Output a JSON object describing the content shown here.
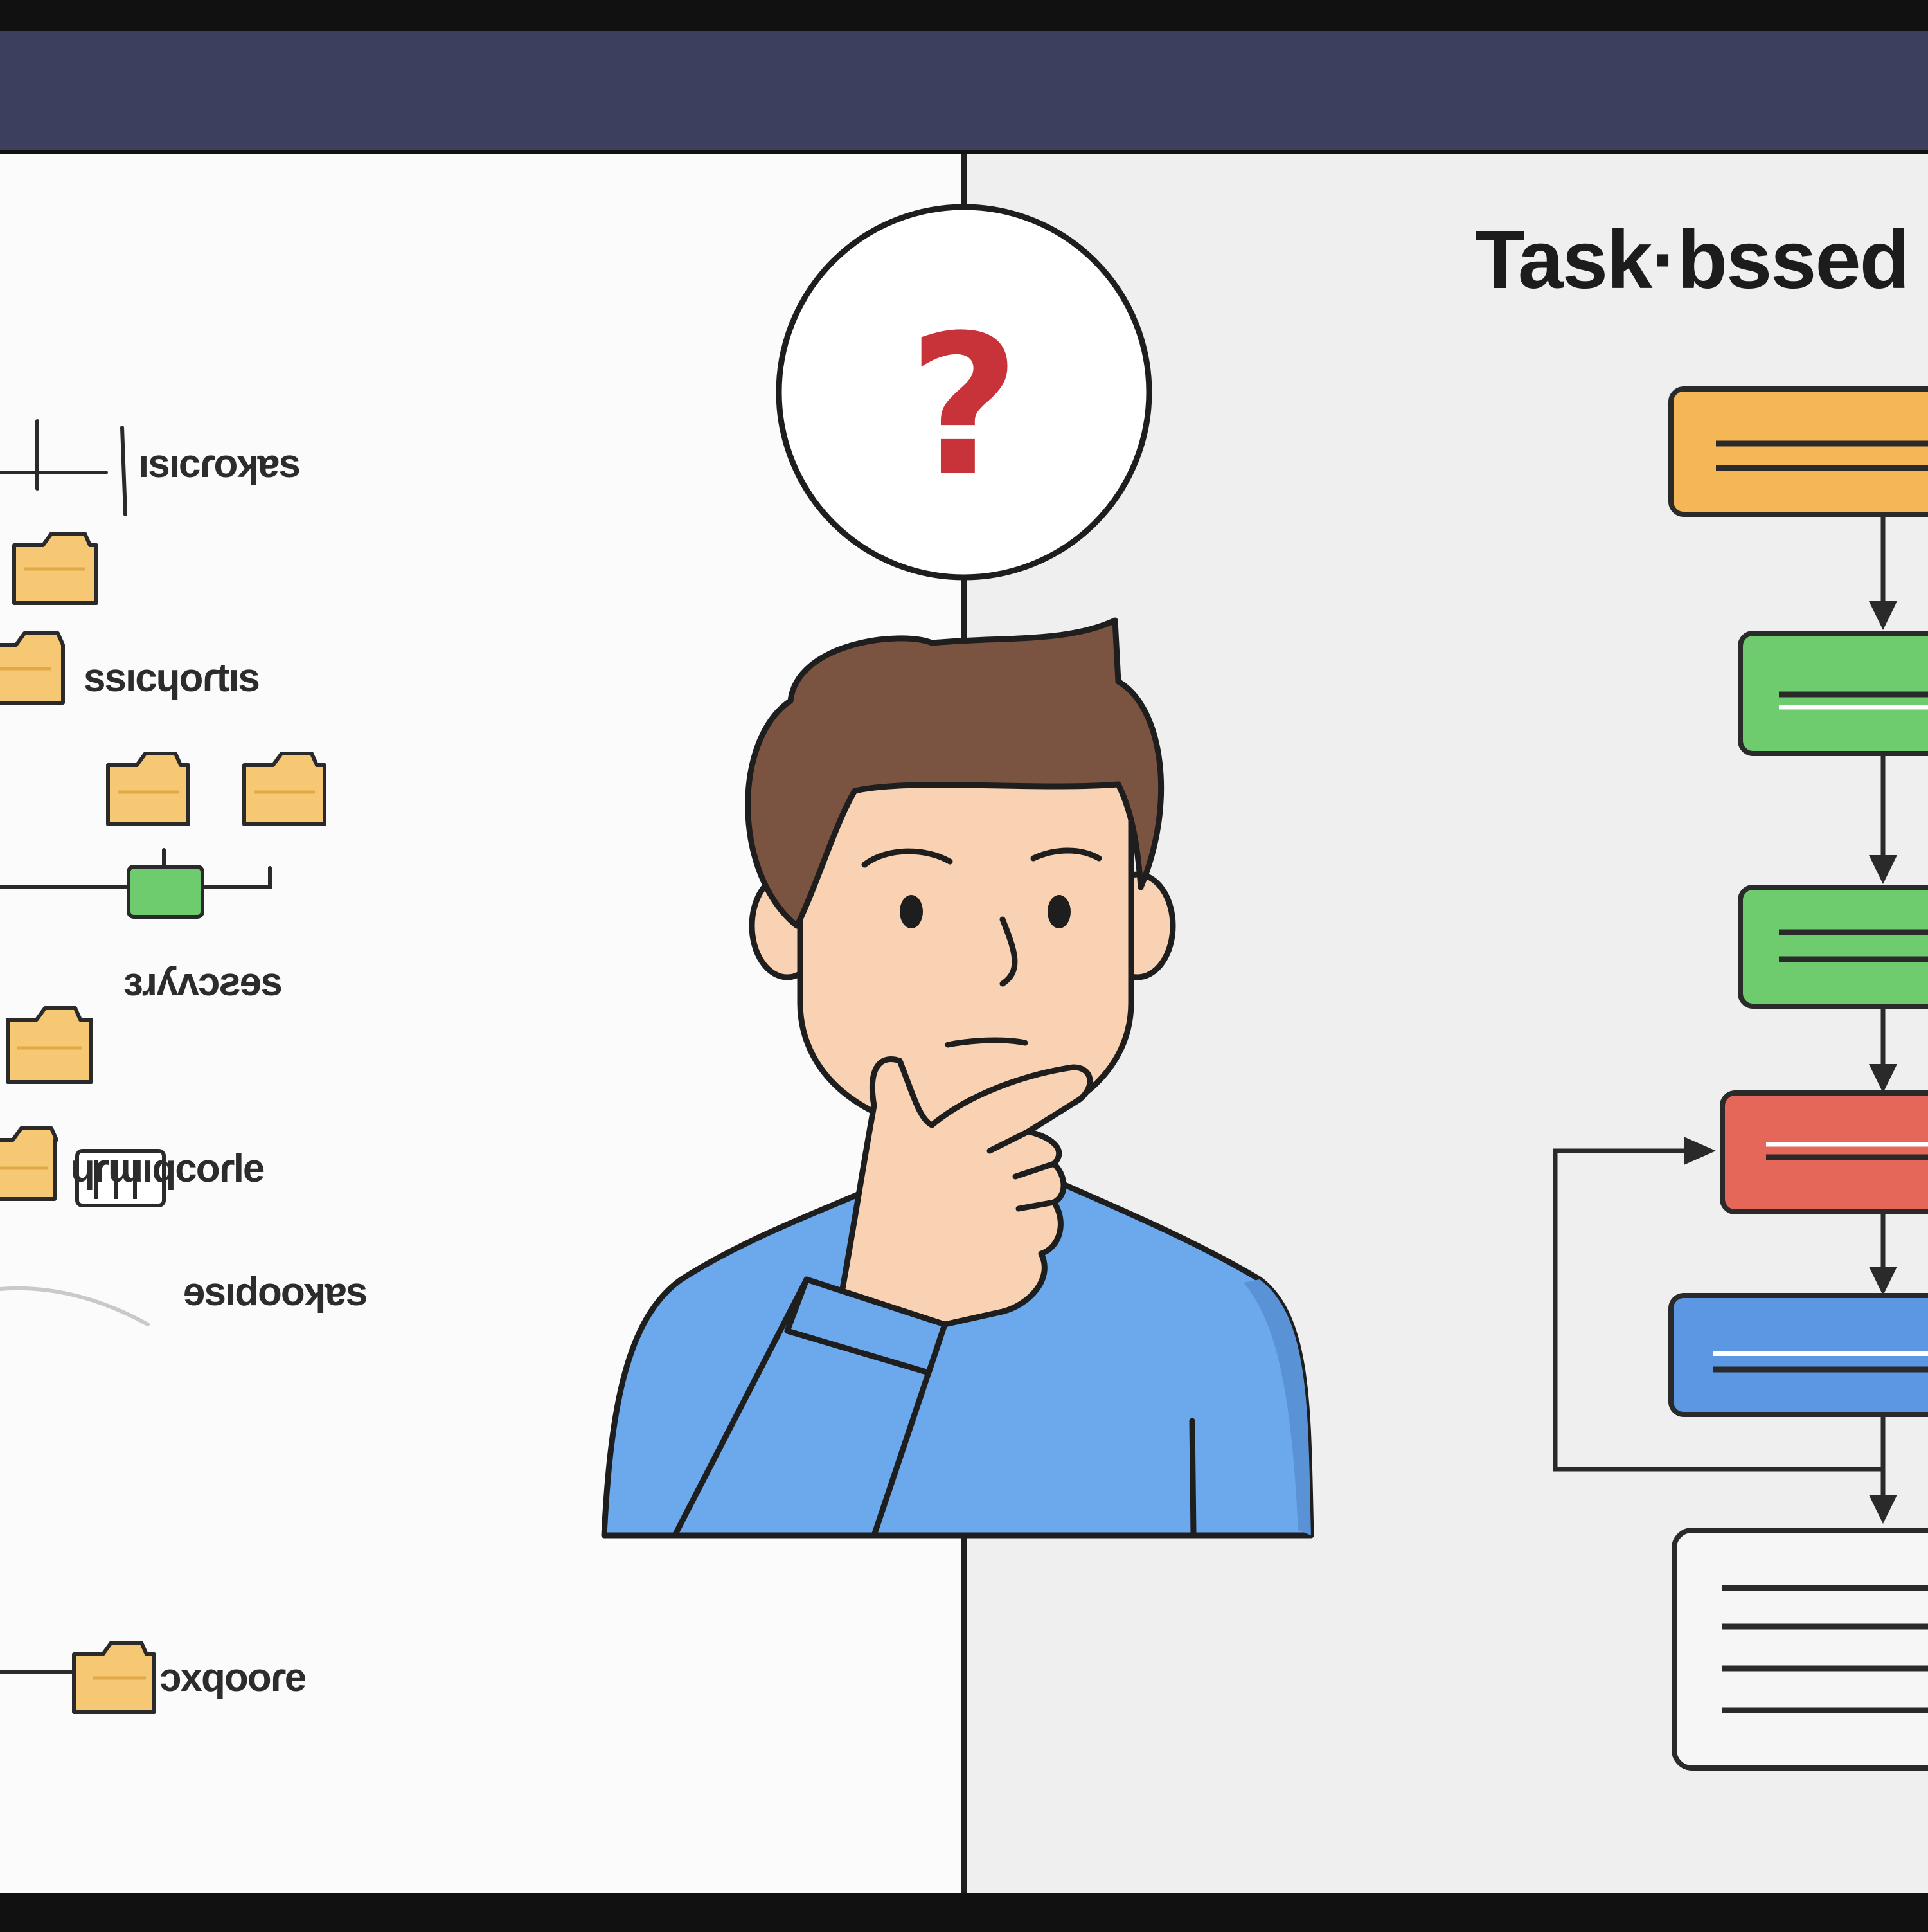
{
  "header": {
    "color": "#3c3f5e"
  },
  "left_panel": {
    "background": "#fbfbfb",
    "labels": {
      "top": "ısıcɾoʞɐs",
      "folder_row": "ssıcɥoɾtıs",
      "green_node": "ɜɹʎʌɔƨɘs",
      "tab_row": "ɥɾɯıqcoɾle",
      "dashed_row": "ɘsıdooʞɐs",
      "bottom": "ɔxqooɾe"
    }
  },
  "divider": {
    "question_badge": "?"
  },
  "right_panel": {
    "background": "#efeff0",
    "title": "Task·bssed",
    "steps": [
      {
        "id": "step-1",
        "color": "#f5b655"
      },
      {
        "id": "step-2",
        "color": "#6fcc6e"
      },
      {
        "id": "step-3",
        "color": "#6fcc6e"
      },
      {
        "id": "step-4",
        "color": "#e4675a"
      },
      {
        "id": "step-5",
        "color": "#5b97e2"
      },
      {
        "id": "step-6",
        "color": "#f6f6f6"
      }
    ]
  },
  "palette": {
    "folder": "#f6c873",
    "person_shirt": "#6ba8ec",
    "person_hair": "#7a5440",
    "person_skin": "#f8d2b2",
    "question_mark": "#c8333a"
  }
}
